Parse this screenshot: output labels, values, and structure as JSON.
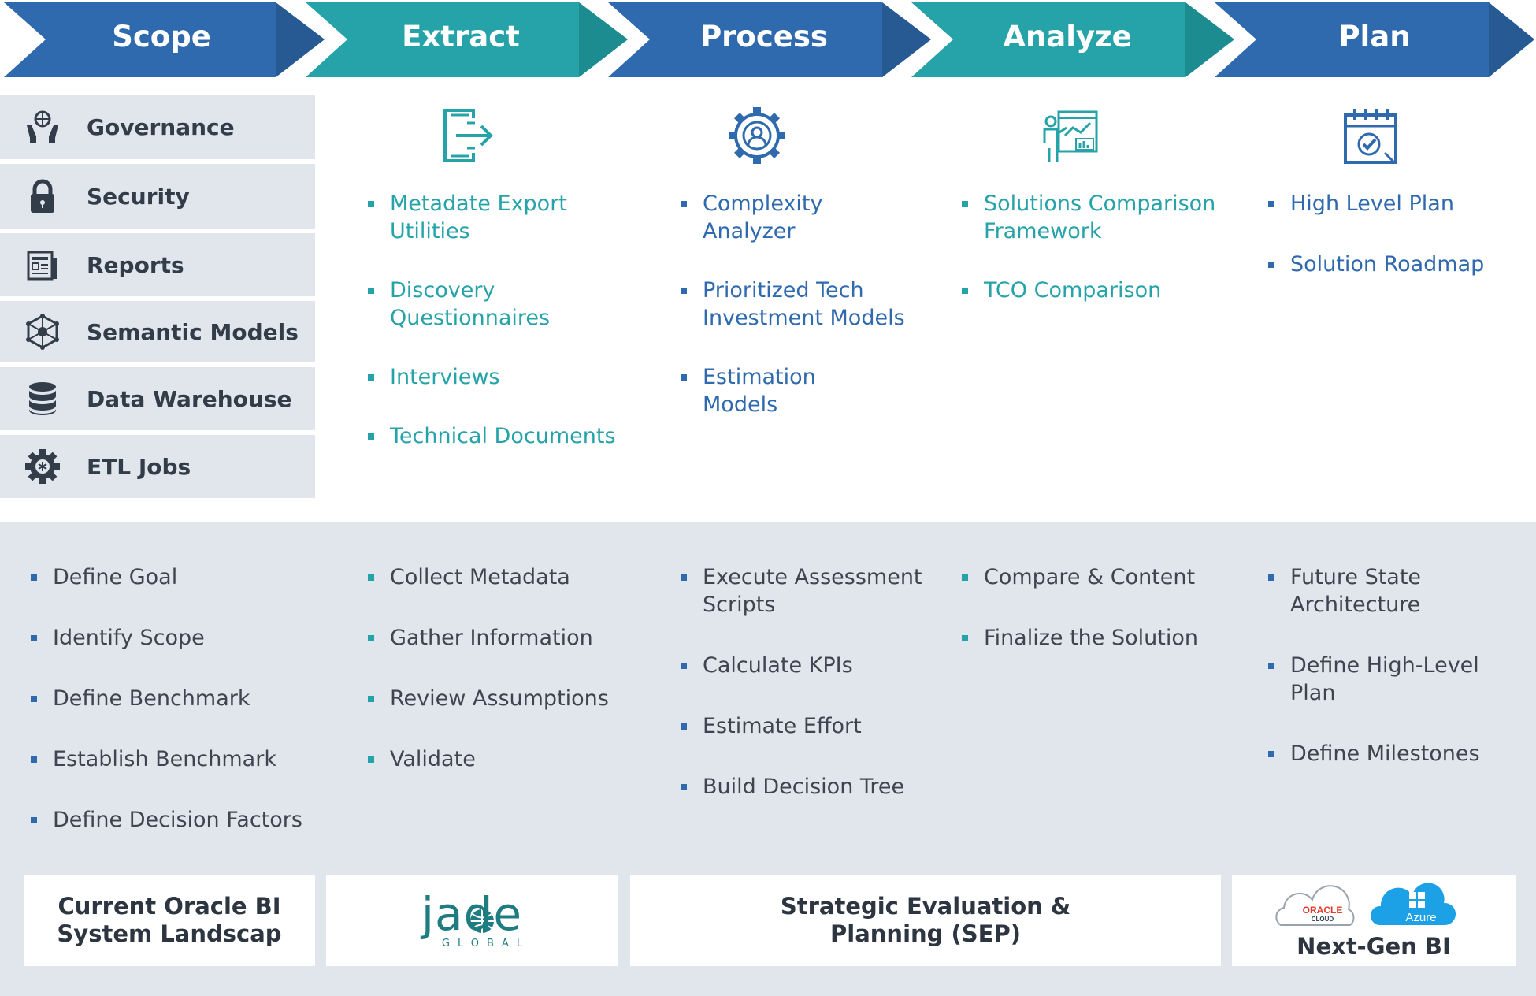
{
  "steps": [
    {
      "label": "Scope",
      "color": "#2f6aae"
    },
    {
      "label": "Extract",
      "color": "#25a3a8"
    },
    {
      "label": "Process",
      "color": "#2f6aae"
    },
    {
      "label": "Analyze",
      "color": "#25a3a8"
    },
    {
      "label": "Plan",
      "color": "#2f6aae"
    }
  ],
  "scope_items": [
    {
      "label": "Governance",
      "icon": "governance-icon"
    },
    {
      "label": "Security",
      "icon": "lock-icon"
    },
    {
      "label": "Reports",
      "icon": "report-icon"
    },
    {
      "label": "Semantic Models",
      "icon": "network-icon"
    },
    {
      "label": "Data Warehouse",
      "icon": "database-icon"
    },
    {
      "label": "ETL Jobs",
      "icon": "gear-icon"
    }
  ],
  "extract": {
    "icon": "export-icon",
    "outputs": [
      "Metadate Export Utilities",
      "Discovery Questionnaires",
      "Interviews",
      "Technical Documents"
    ],
    "activities": [
      "Collect Metadata",
      "Gather Information",
      "Review Assumptions",
      "Validate"
    ]
  },
  "process": {
    "icon": "gear-user-icon",
    "outputs": [
      "Complexity Analyzer",
      "Prioritized Tech Investment Models",
      "Estimation Models"
    ],
    "activities": [
      "Execute Assessment Scripts",
      "Calculate KPIs",
      "Estimate Effort",
      "Build Decision Tree"
    ]
  },
  "analyze": {
    "icon": "presentation-icon",
    "outputs": [
      "Solutions Comparison Framework",
      "TCO Comparison"
    ],
    "activities": [
      "Compare & Content",
      "Finalize the Solution"
    ]
  },
  "plan": {
    "icon": "calendar-check-icon",
    "outputs": [
      "High Level Plan",
      "Solution Roadmap"
    ],
    "activities": [
      "Future State Architecture",
      "Define High-Level Plan",
      "Define Milestones"
    ]
  },
  "scope": {
    "activities": [
      "Define Goal",
      "Identify Scope",
      "Define Benchmark",
      "Establish Benchmark",
      "Define Decision Factors"
    ]
  },
  "footer": {
    "current_line1": "Current Oracle BI",
    "current_line2": "System Landscap",
    "logo_word": "jade",
    "logo_sub": "GLOBAL",
    "sep_line1": "Strategic Evaluation &",
    "sep_line2": "Planning (SEP)",
    "oracle_word": "ORACLE",
    "oracle_sub": "CLOUD",
    "azure_word": "Azure",
    "nextgen": "Next-Gen BI"
  },
  "colors": {
    "blue": "#2f6aae",
    "teal": "#25a3a8",
    "gray_panel": "#e1e5ec",
    "dark_text": "#333d4a"
  }
}
